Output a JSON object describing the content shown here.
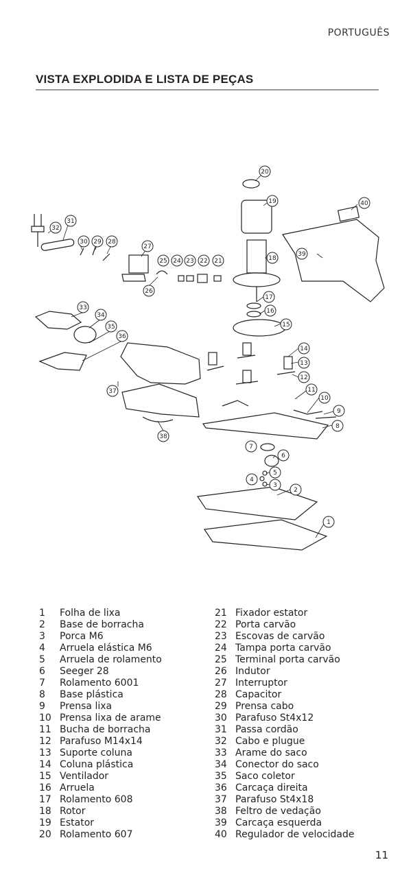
{
  "header": {
    "language": "PORTUGUÊS"
  },
  "section": {
    "title": "VISTA EXPLODIDA E LISTA DE PEÇAS"
  },
  "parts_left": [
    {
      "num": "1",
      "name": "Folha de lixa"
    },
    {
      "num": "2",
      "name": "Base de borracha"
    },
    {
      "num": "3",
      "name": "Porca M6"
    },
    {
      "num": "4",
      "name": "Arruela elástica M6"
    },
    {
      "num": "5",
      "name": "Arruela de rolamento"
    },
    {
      "num": "6",
      "name": "Seeger 28"
    },
    {
      "num": "7",
      "name": "Rolamento 6001"
    },
    {
      "num": "8",
      "name": "Base plástica"
    },
    {
      "num": "9",
      "name": "Prensa lixa"
    },
    {
      "num": "10",
      "name": "Prensa lixa de arame"
    },
    {
      "num": "11",
      "name": "Bucha de borracha"
    },
    {
      "num": "12",
      "name": "Parafuso M14x14"
    },
    {
      "num": "13",
      "name": "Suporte coluna"
    },
    {
      "num": "14",
      "name": "Coluna plástica"
    },
    {
      "num": "15",
      "name": "Ventilador"
    },
    {
      "num": "16",
      "name": "Arruela"
    },
    {
      "num": "17",
      "name": "Rolamento 608"
    },
    {
      "num": "18",
      "name": "Rotor"
    },
    {
      "num": "19",
      "name": "Estator"
    },
    {
      "num": "20",
      "name": "Rolamento 607"
    }
  ],
  "parts_right": [
    {
      "num": "21",
      "name": "Fixador estator"
    },
    {
      "num": "22",
      "name": "Porta carvão"
    },
    {
      "num": "23",
      "name": "Escovas de carvão"
    },
    {
      "num": "24",
      "name": "Tampa porta carvão"
    },
    {
      "num": "25",
      "name": "Terminal porta carvão"
    },
    {
      "num": "26",
      "name": "Indutor"
    },
    {
      "num": "27",
      "name": "Interruptor"
    },
    {
      "num": "28",
      "name": "Capacitor"
    },
    {
      "num": "29",
      "name": "Prensa cabo"
    },
    {
      "num": "30",
      "name": "Parafuso St4x12"
    },
    {
      "num": "31",
      "name": "Passa cordão"
    },
    {
      "num": "32",
      "name": "Cabo e plugue"
    },
    {
      "num": "33",
      "name": "Arame do saco"
    },
    {
      "num": "34",
      "name": "Conector do saco"
    },
    {
      "num": "35",
      "name": "Saco coletor"
    },
    {
      "num": "36",
      "name": "Carcaça direita"
    },
    {
      "num": "37",
      "name": "Parafuso St4x18"
    },
    {
      "num": "38",
      "name": "Feltro de vedação"
    },
    {
      "num": "39",
      "name": "Carcaça esquerda"
    },
    {
      "num": "40",
      "name": "Regulador de velocidade"
    }
  ],
  "callouts": [
    "1",
    "2",
    "3",
    "4",
    "5",
    "6",
    "7",
    "8",
    "9",
    "10",
    "11",
    "12",
    "13",
    "14",
    "15",
    "16",
    "17",
    "18",
    "19",
    "20",
    "21",
    "22",
    "23",
    "24",
    "25",
    "26",
    "27",
    "28",
    "29",
    "30",
    "31",
    "32",
    "33",
    "34",
    "35",
    "36",
    "37",
    "38",
    "39",
    "40"
  ],
  "footer": {
    "page_number": "11"
  }
}
